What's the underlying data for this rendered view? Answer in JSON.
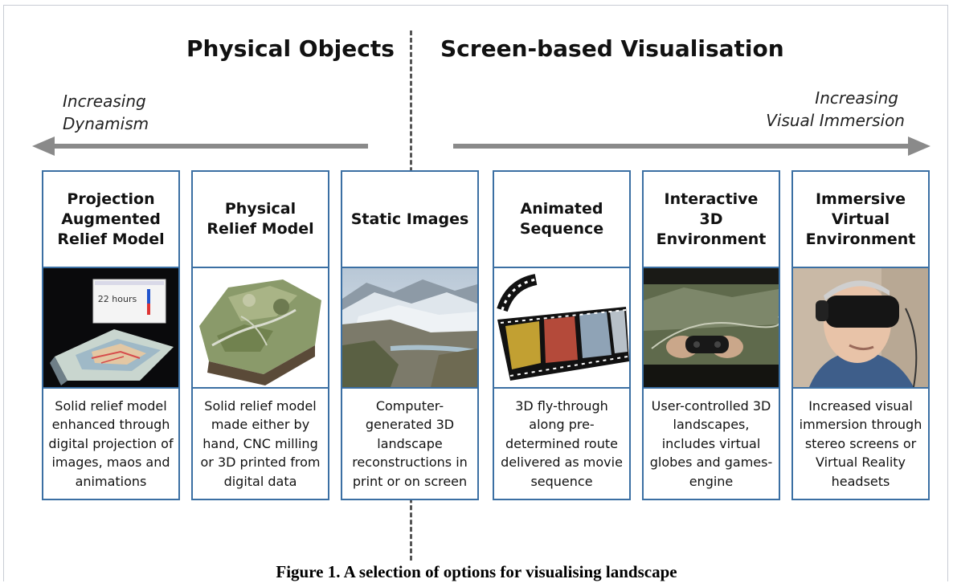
{
  "headings": {
    "left": "Physical Objects",
    "right": "Screen-based Visualisation"
  },
  "arrows": {
    "left_line1": "Increasing",
    "left_line2": "Dynamism",
    "right_line1": "Increasing",
    "right_line2": "Visual Immersion"
  },
  "cards": [
    {
      "title": "Projection Augmented Relief Model",
      "image_label": "22 hours",
      "description": "Solid relief model enhanced through digital projection of images, maos and animations"
    },
    {
      "title": "Physical Relief Model",
      "description": "Solid relief model made either by hand, CNC milling or 3D printed from digital data"
    },
    {
      "title": "Static Images",
      "description": "Computer-generated 3D landscape reconstructions in print or on screen"
    },
    {
      "title": "Animated Sequence",
      "description": "3D fly-through along pre-determined route delivered as movie sequence"
    },
    {
      "title": "Interactive 3D Environment",
      "description": "User-controlled 3D landscapes, includes virtual globes and games-engine"
    },
    {
      "title": "Immersive Virtual Environment",
      "description": "Increased visual immersion through stereo screens or Virtual Reality headsets"
    }
  ],
  "caption": "Figure 1. A selection of options for visualising landscape",
  "colors": {
    "card_border": "#3b6fa3",
    "arrow": "#8a8a8a",
    "divider": "#555555"
  }
}
